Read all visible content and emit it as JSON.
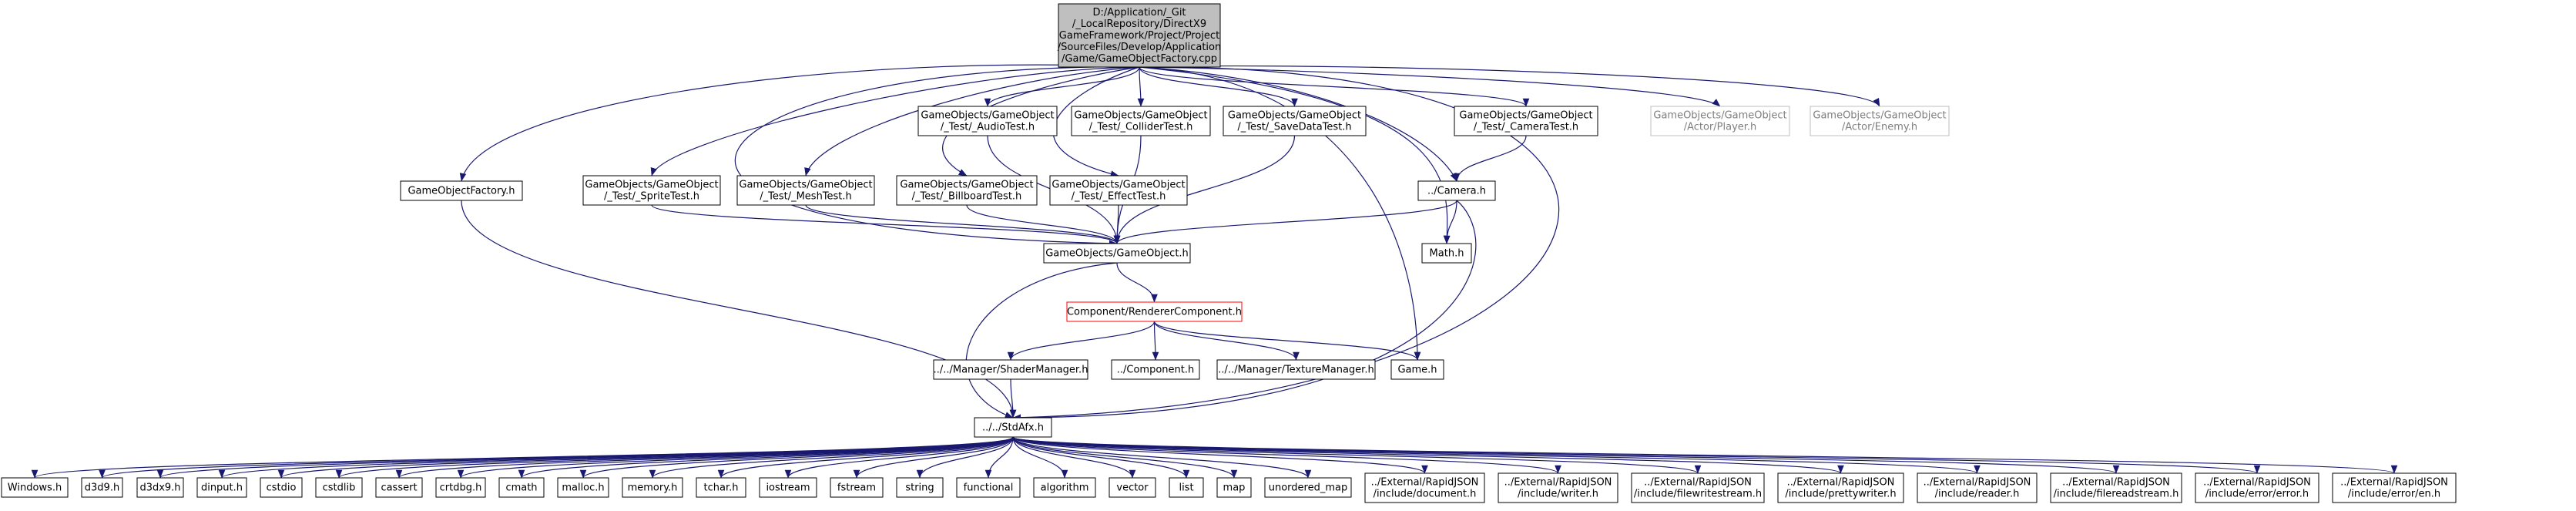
{
  "nodes": {
    "root": [
      "D:/Application/_Git",
      "/_LocalRepository/DirectX9",
      "GameFramework/Project/Project",
      "/SourceFiles/Develop/Application",
      "/Game/GameObjectFactory.cpp"
    ],
    "audio": [
      "GameObjects/GameObject",
      "/_Test/_AudioTest.h"
    ],
    "collider": [
      "GameObjects/GameObject",
      "/_Test/_ColliderTest.h"
    ],
    "savedata": [
      "GameObjects/GameObject",
      "/_Test/_SaveDataTest.h"
    ],
    "cameratest": [
      "GameObjects/GameObject",
      "/_Test/_CameraTest.h"
    ],
    "player": [
      "GameObjects/GameObject",
      "/Actor/Player.h"
    ],
    "enemy": [
      "GameObjects/GameObject",
      "/Actor/Enemy.h"
    ],
    "factory": [
      "GameObjectFactory.h"
    ],
    "sprite": [
      "GameObjects/GameObject",
      "/_Test/_SpriteTest.h"
    ],
    "mesh": [
      "GameObjects/GameObject",
      "/_Test/_MeshTest.h"
    ],
    "billboard": [
      "GameObjects/GameObject",
      "/_Test/_BillboardTest.h"
    ],
    "effect": [
      "GameObjects/GameObject",
      "/_Test/_EffectTest.h"
    ],
    "camera": [
      "../Camera.h"
    ],
    "gameobject": [
      "GameObjects/GameObject.h"
    ],
    "math": [
      "Math.h"
    ],
    "renderer": [
      "Component/RendererComponent.h"
    ],
    "shader": [
      "../../Manager/ShaderManager.h"
    ],
    "component": [
      "../Component.h"
    ],
    "texture": [
      "../../Manager/TextureManager.h"
    ],
    "game": [
      "Game.h"
    ],
    "stdafx": [
      "../../StdAfx.h"
    ],
    "windows": [
      "Windows.h"
    ],
    "d3d9": [
      "d3d9.h"
    ],
    "d3dx9": [
      "d3dx9.h"
    ],
    "dinput": [
      "dinput.h"
    ],
    "cstdio": [
      "cstdio"
    ],
    "cstdlib": [
      "cstdlib"
    ],
    "cassert": [
      "cassert"
    ],
    "crtdbg": [
      "crtdbg.h"
    ],
    "cmath": [
      "cmath"
    ],
    "malloc": [
      "malloc.h"
    ],
    "memory": [
      "memory.h"
    ],
    "tchar": [
      "tchar.h"
    ],
    "iostream": [
      "iostream"
    ],
    "fstream": [
      "fstream"
    ],
    "string": [
      "string"
    ],
    "functional": [
      "functional"
    ],
    "algorithm": [
      "algorithm"
    ],
    "vector": [
      "vector"
    ],
    "list": [
      "list"
    ],
    "map": [
      "map"
    ],
    "unordered_map": [
      "unordered_map"
    ],
    "rj_document": [
      "../External/RapidJSON",
      "/include/document.h"
    ],
    "rj_writer": [
      "../External/RapidJSON",
      "/include/writer.h"
    ],
    "rj_filewritestream": [
      "../External/RapidJSON",
      "/include/filewritestream.h"
    ],
    "rj_prettywriter": [
      "../External/RapidJSON",
      "/include/prettywriter.h"
    ],
    "rj_reader": [
      "../External/RapidJSON",
      "/include/reader.h"
    ],
    "rj_filereadstream": [
      "../External/RapidJSON",
      "/include/filereadstream.h"
    ],
    "rj_error": [
      "../External/RapidJSON",
      "/include/error/error.h"
    ],
    "rj_error_en": [
      "../External/RapidJSON",
      "/include/error/en.h"
    ]
  },
  "colors": {
    "edge": "#191970",
    "root_fill": "#bfbfbf",
    "node_border": "#000000",
    "missing_border": "#bfbfbf",
    "renderer_border": "#ff0000"
  }
}
